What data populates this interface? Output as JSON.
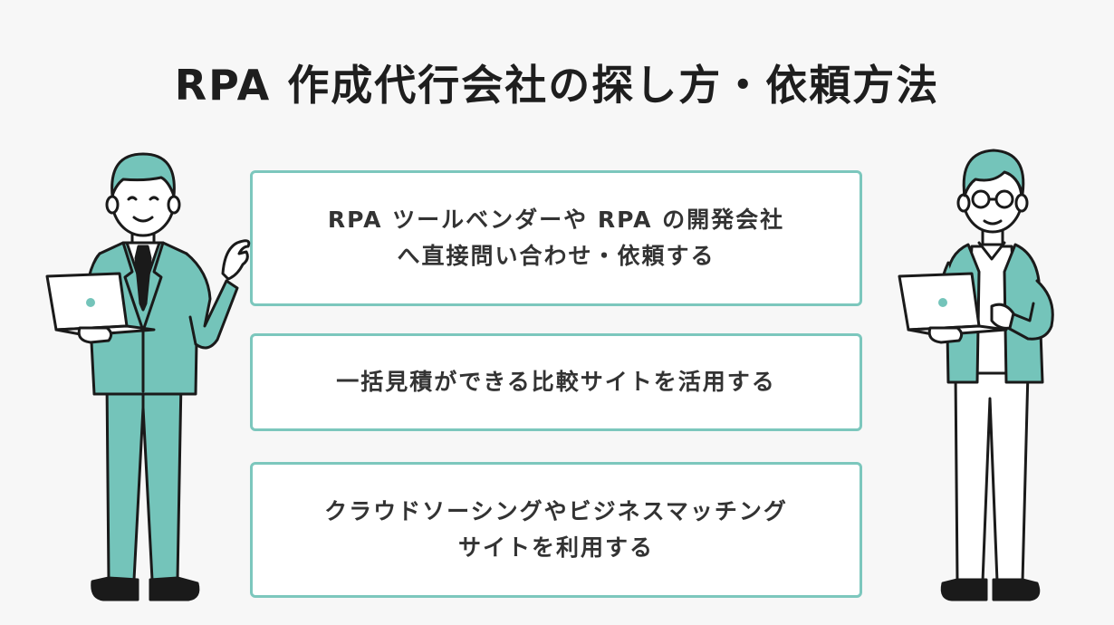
{
  "title": "RPA 作成代行会社の探し方・依頼方法",
  "cards": [
    {
      "lines": [
        "RPA ツールベンダーや RPA の開発会社",
        "へ直接問い合わせ・依頼する"
      ]
    },
    {
      "lines": [
        "一括見積ができる比較サイトを活用する"
      ]
    },
    {
      "lines": [
        "クラウドソーシングやビジネスマッチング",
        "サイトを利用する"
      ]
    }
  ],
  "colors": {
    "accent": "#7cc7bd",
    "suit": "#74c4ba",
    "outline": "#1a1a1a",
    "background": "#f7f7f7"
  }
}
